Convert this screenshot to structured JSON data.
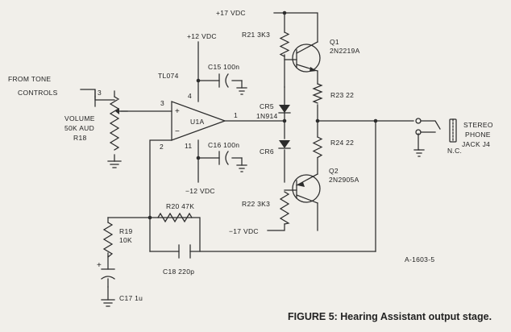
{
  "supplies": {
    "p17_top": "+17 VDC",
    "p12": "+12 VDC",
    "m12": "−12 VDC",
    "m17": "−17 VDC"
  },
  "input": {
    "line1": "FROM TONE",
    "line2": "CONTROLS"
  },
  "volume": {
    "name": "VOLUME",
    "value": "50K AUD",
    "ref": "R18",
    "pin": "3"
  },
  "opamp": {
    "part": "TL074",
    "ref": "U1A",
    "pin_plus_in": "3",
    "pin_minus_in": "2",
    "pin_out": "1",
    "pin_vplus": "4",
    "pin_vminus": "11",
    "plus_sign": "+",
    "minus_sign": "−"
  },
  "components": {
    "c15": "C15  100n",
    "c16": "C16  100n",
    "r21": "R21  3K3",
    "r22": "R22  3K3",
    "r23": "R23  22",
    "r24": "R24  22",
    "cr5_ref": "CR5",
    "cr5_part": "1N914",
    "cr6_ref": "CR6",
    "q1_ref": "Q1",
    "q1_part": "2N2219A",
    "q2_ref": "Q2",
    "q2_part": "2N2905A",
    "r20": "R20  47K",
    "r19_ref": "R19",
    "r19_val": "10K",
    "c18": "C18  220p",
    "c17": "C17  1u",
    "c17_plus": "+"
  },
  "jack": {
    "line1": "STEREO",
    "line2": "PHONE",
    "line3": "JACK J4",
    "nc": "N.C."
  },
  "drawing_number": "A-1603-5",
  "caption": "FIGURE 5: Hearing Assistant output stage."
}
